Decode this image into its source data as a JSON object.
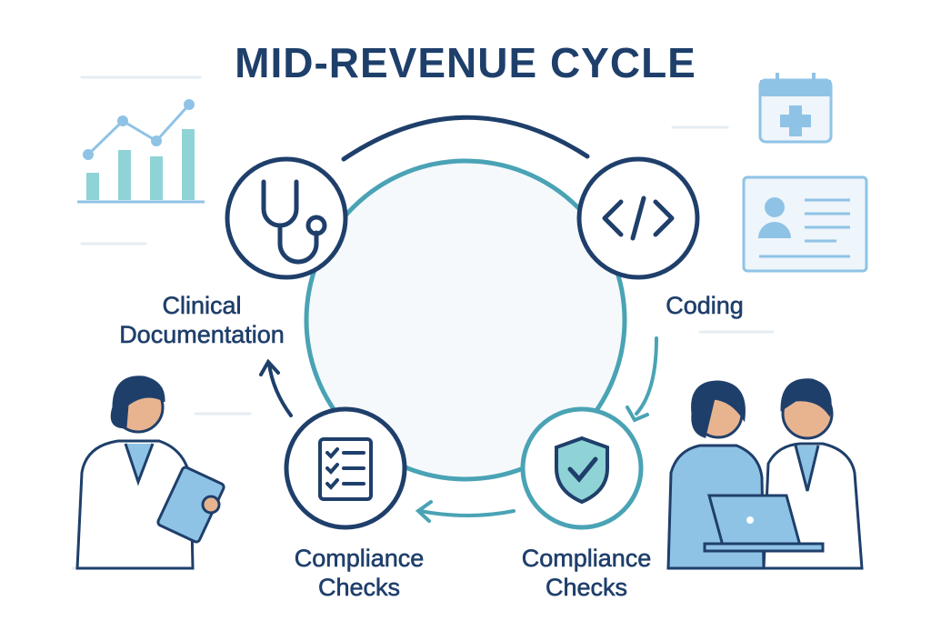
{
  "title": "MID-REVENUE CYCLE",
  "colors": {
    "navy": "#1f3f6b",
    "teal": "#4aa3b5",
    "light_blue": "#8fc3e6",
    "bar": "#8fd3d6"
  },
  "nodes": [
    {
      "id": "clinical-documentation",
      "icon": "stethoscope-icon",
      "label_line1": "Clinical",
      "label_line2": "Documentation"
    },
    {
      "id": "coding",
      "icon": "code-icon",
      "label_line1": "Coding"
    },
    {
      "id": "compliance-checks-left",
      "icon": "checklist-icon",
      "label_line1": "Compliance",
      "label_line2": "Checks"
    },
    {
      "id": "compliance-checks-right",
      "icon": "shield-check-icon",
      "label_line1": "Compliance",
      "label_line2": "Checks"
    }
  ]
}
